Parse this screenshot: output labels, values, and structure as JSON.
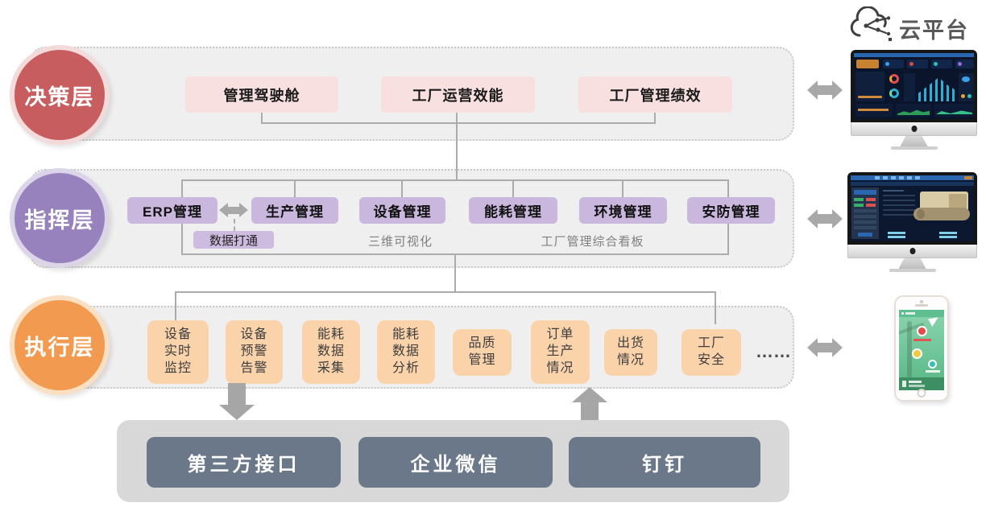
{
  "cloud_platform": {
    "label": "云平台"
  },
  "layers": {
    "decision": {
      "circle_label": "决策层",
      "boxes": [
        "管理驾驶舱",
        "工厂运营效能",
        "工厂管理绩效"
      ]
    },
    "command": {
      "circle_label": "指挥层",
      "boxes": [
        "ERP管理",
        "生产管理",
        "设备管理",
        "能耗管理",
        "环境管理",
        "安防管理"
      ],
      "annotations": {
        "data_bridge": "数据打通",
        "three_d_visualization": "三维可视化",
        "factory_dashboard": "工厂管理综合看板"
      }
    },
    "execution": {
      "circle_label": "执行层",
      "boxes": [
        "设备\n实时\n监控",
        "设备\n预警\n告警",
        "能耗\n数据\n采集",
        "能耗\n数据\n分析",
        "品质\n管理",
        "订单\n生产\n情况",
        "出货\n情况",
        "工厂\n安全"
      ],
      "ellipsis": "……"
    }
  },
  "integration_bar": {
    "buttons": [
      "第三方接口",
      "企业微信",
      "钉钉"
    ]
  },
  "colors": {
    "decision_circle": "#C75D5E",
    "decision_box": "#F7E0DF",
    "command_circle": "#9782BE",
    "command_box": "#C9B7DD",
    "execution_circle": "#F29A4F",
    "execution_box": "#FAD3AB",
    "integration_bar": "#D8D8D8",
    "integration_button": "#6A7889",
    "connector_line": "#ABABAB"
  }
}
